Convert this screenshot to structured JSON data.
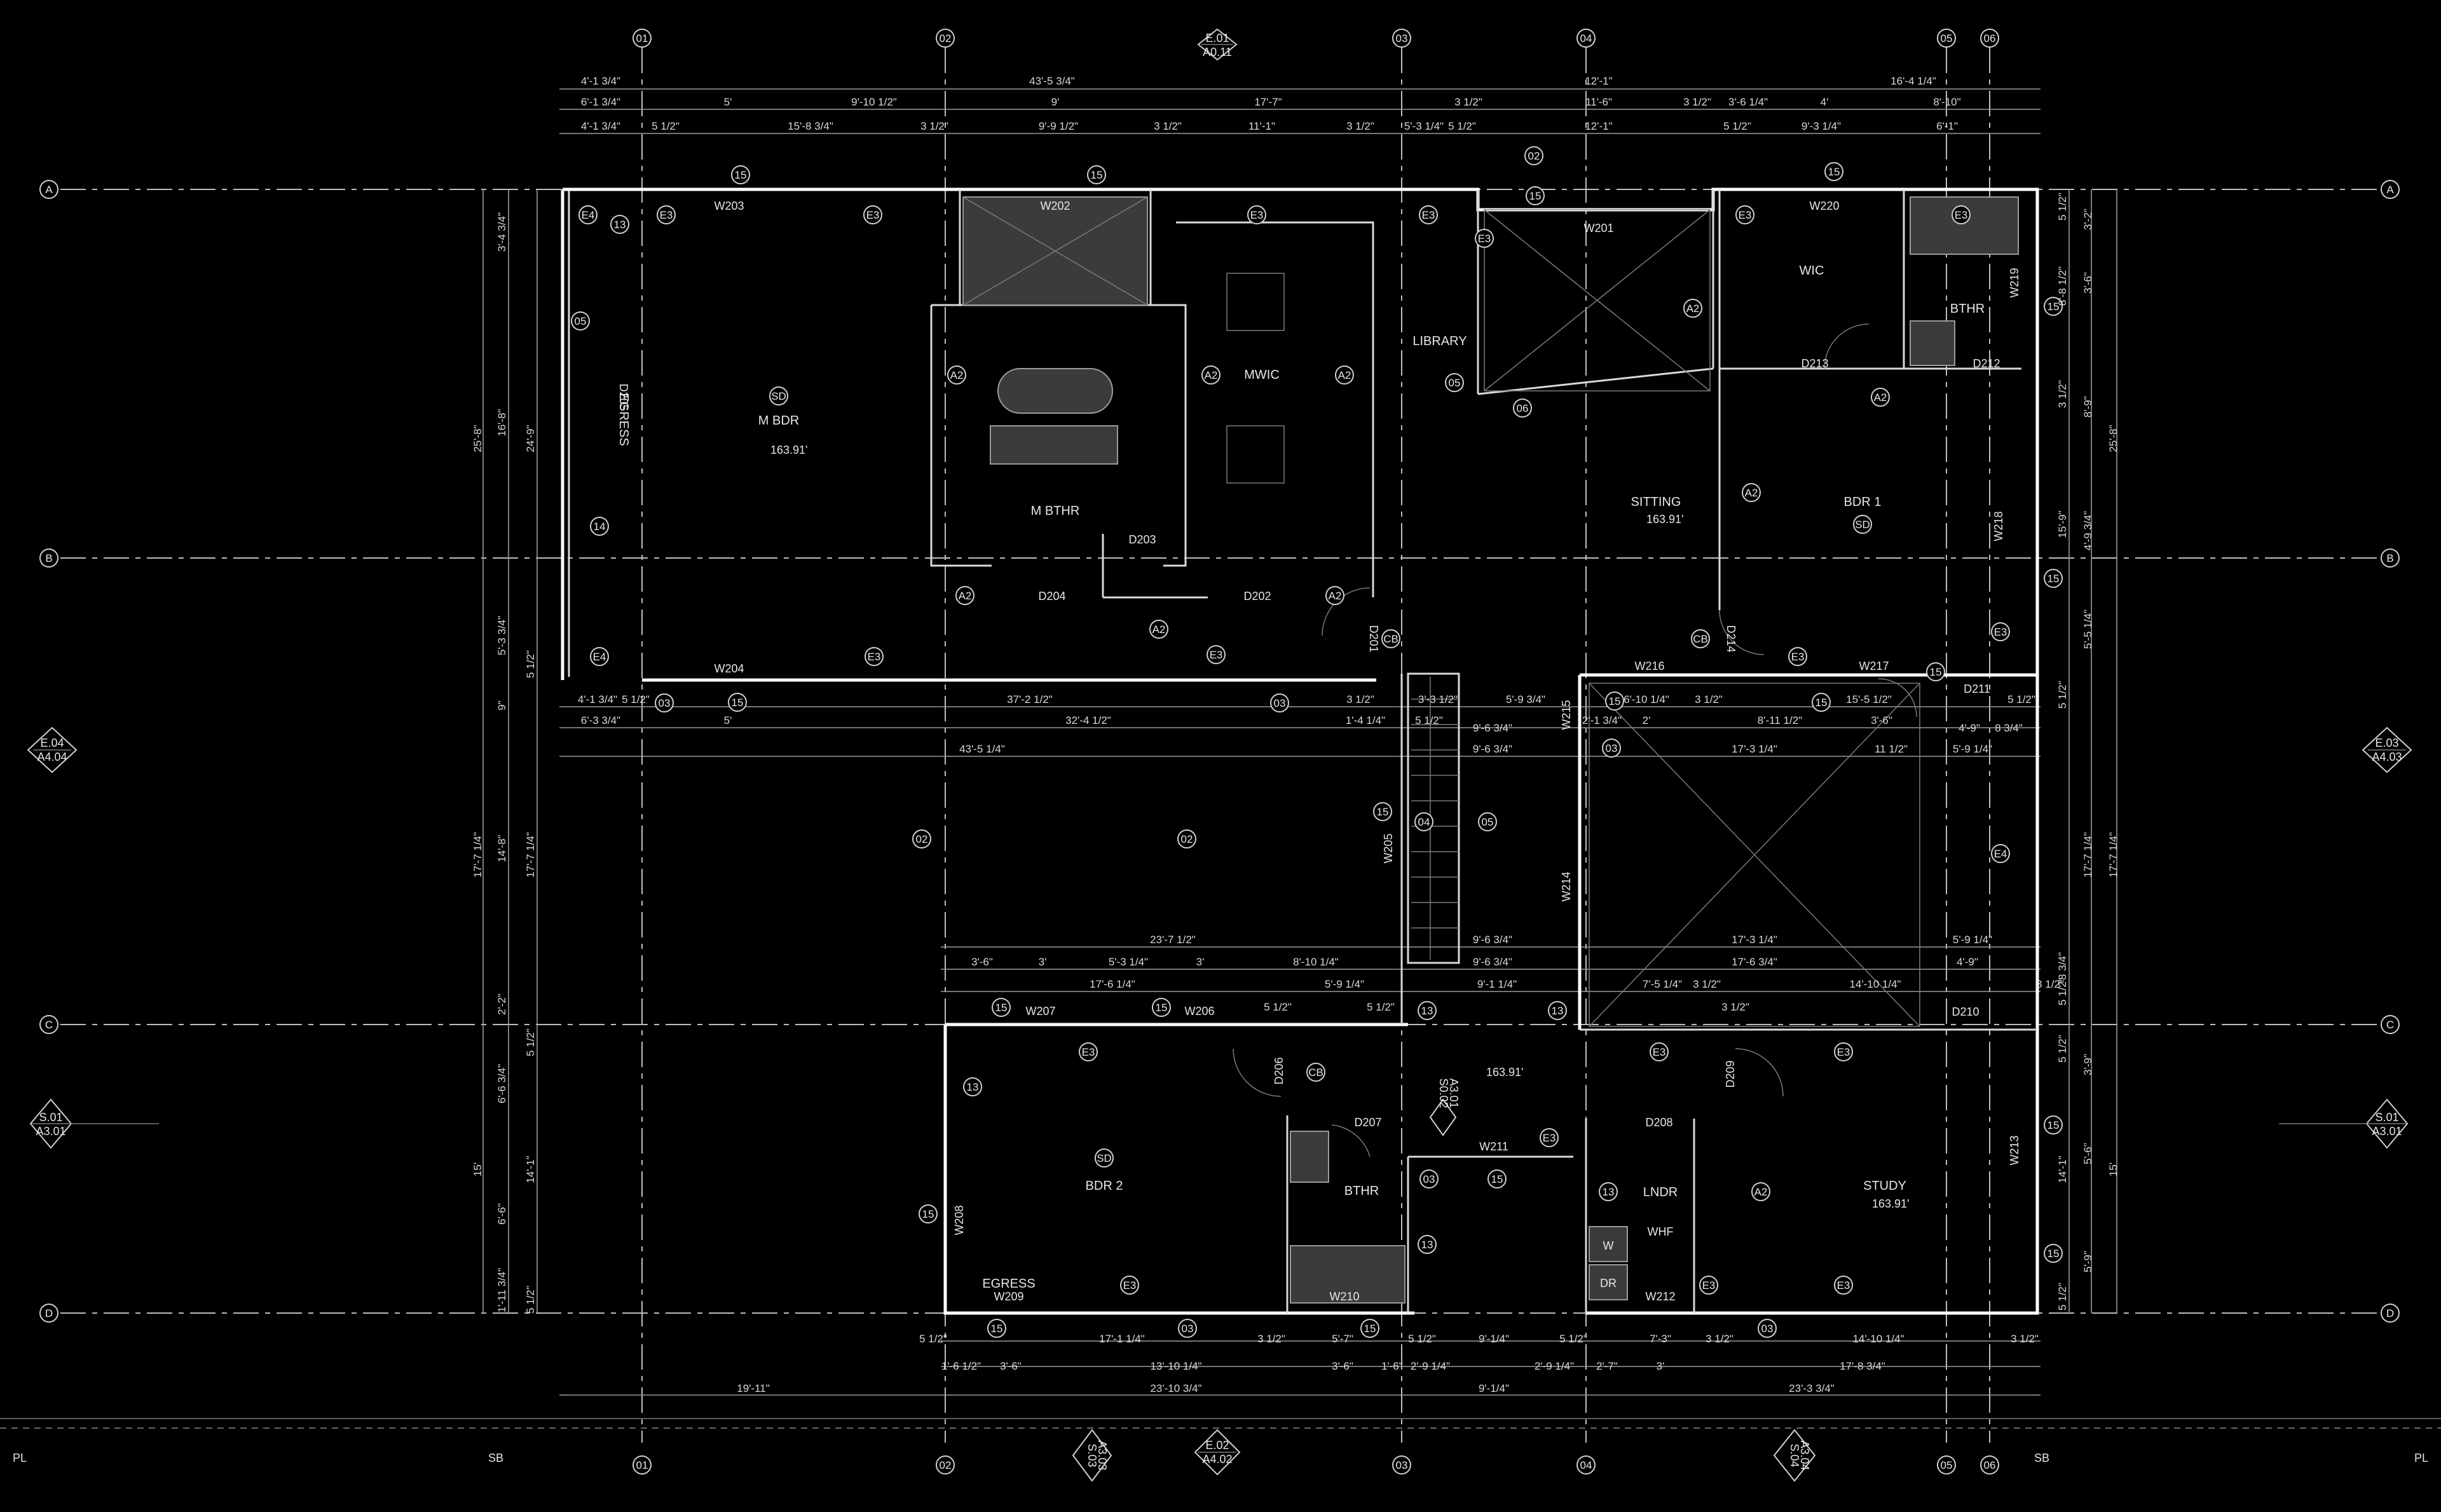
{
  "grid": {
    "columns": [
      {
        "id": "col-01",
        "label": "01"
      },
      {
        "id": "col-02",
        "label": "02"
      },
      {
        "id": "col-03",
        "label": "03"
      },
      {
        "id": "col-04",
        "label": "04"
      },
      {
        "id": "col-05",
        "label": "05"
      },
      {
        "id": "col-06",
        "label": "06"
      }
    ],
    "rows": [
      {
        "id": "row-a",
        "label": "A"
      },
      {
        "id": "row-b",
        "label": "B"
      },
      {
        "id": "row-c",
        "label": "C"
      },
      {
        "id": "row-d",
        "label": "D"
      }
    ]
  },
  "section_markers": {
    "top": {
      "top": "E.01",
      "bottom": "A0.11"
    },
    "left": {
      "top": "E.04",
      "bottom": "A4.04"
    },
    "right": {
      "top": "E.03",
      "bottom": "A4.03"
    },
    "left_section": {
      "top": "S.01",
      "bottom": "A3.01"
    },
    "right_section": {
      "top": "S.01",
      "bottom": "A3.01"
    },
    "bottom_elev": {
      "top": "E.02",
      "bottom": "A4.02"
    },
    "bottom_s03": {
      "top": "S.03",
      "bottom": "A3.03"
    },
    "bottom_s04": {
      "top": "S.04",
      "bottom": "A3.04"
    },
    "interior_s02": {
      "top": "S0.02",
      "bottom": "A3.01"
    }
  },
  "boundary": {
    "pl": "PL",
    "sb": "SB"
  },
  "rooms": {
    "m_bdr": "M BDR",
    "m_bthr": "M BTHR",
    "mwic": "MWIC",
    "library": "LIBRARY",
    "sitting": "SITTING",
    "bdr1": "BDR 1",
    "wic": "WIC",
    "bthr_ne": "BTHR",
    "bdr2": "BDR 2",
    "bthr_s": "BTHR",
    "lndr": "LNDR",
    "study": "STUDY",
    "egress_top": "EGRESS",
    "egress_bottom": "EGRESS",
    "whf": "WHF",
    "w_box": "W",
    "dr_box": "DR"
  },
  "elevations": {
    "m_bdr": "163.91'",
    "sitting": "163.91'",
    "study": "163.91'",
    "hall": "163.91'"
  },
  "doors": {
    "d201": "D201",
    "d202": "D202",
    "d203": "D203",
    "d204": "D204",
    "d205": "D205",
    "d206": "D206",
    "d207": "D207",
    "d208": "D208",
    "d209": "D209",
    "d210": "D210",
    "d211": "D211",
    "d212": "D212",
    "d213": "D213",
    "d214": "D214"
  },
  "windows": {
    "w201": "W201",
    "w202": "W202",
    "w203": "W203",
    "w204": "W204",
    "w205": "W205",
    "w206": "W206",
    "w207": "W207",
    "w208": "W208",
    "w209": "W209",
    "w210": "W210",
    "w211": "W211",
    "w212": "W212",
    "w213": "W213",
    "w214": "W214",
    "w215": "W215",
    "w216": "W216",
    "w217": "W217",
    "w218": "W218",
    "w219": "W219",
    "w220": "W220"
  },
  "tags": {
    "e3": "E3",
    "e4": "E4",
    "a2": "A2",
    "t15": "15",
    "t14": "14",
    "t13": "13",
    "t05": "05",
    "t06": "06",
    "t03": "03",
    "t02": "02",
    "t04": "04",
    "cb": "CB",
    "sd": "SD"
  },
  "dims": {
    "top1": [
      "4'-1 3/4\"",
      "43'-5 3/4\"",
      "12'-1\"",
      "16'-4 1/4\""
    ],
    "top2": [
      "6'-1 3/4\"",
      "5'",
      "9'-10 1/2\"",
      "9'",
      "17'-7\"",
      "3 1/2\"",
      "11'-6\"",
      "3 1/2\"",
      "3'-6 1/4\"",
      "4'",
      "8'-10\""
    ],
    "top3": [
      "4'-1 3/4\"",
      "5 1/2\"",
      "15'-8 3/4\"",
      "3 1/2\"",
      "9'-9 1/2\"",
      "3 1/2\"",
      "11'-1\"",
      "3 1/2\"",
      "5'-3 1/4\"",
      "5 1/2\"",
      "12'-1\"",
      "5 1/2\"",
      "9'-3 1/4\"",
      "6'-1\""
    ],
    "left": [
      "3'-4 3/4\"",
      "16'-8\"",
      "24'-9\"",
      "25'-8\"",
      "5'-3 3/4\"",
      "5 1/2\"",
      "9\"",
      "14'-8\"",
      "17'-7 1/4\"",
      "17'-7 1/4\"",
      "2'-2\"",
      "5 1/2\"",
      "6'-6 3/4\"",
      "15'",
      "14'-1\"",
      "6'-6\"",
      "1'-11 3/4\"",
      "5 1/2\""
    ],
    "right": [
      "5 1/2\"",
      "3'-2\"",
      "3'-6\"",
      "8'-8 1/2\"",
      "3 1/2\"",
      "8'-9\"",
      "25'-8\"",
      "15'-9\"",
      "4'-9 3/4\"",
      "5'-5 1/4\"",
      "5 1/2\"",
      "17'-7 1/4\"",
      "17'-7 1/4\"",
      "8 3/4\"",
      "5 1/2\"",
      "5 1/2\"",
      "3'-9\"",
      "5'-6\"",
      "14'-1\"",
      "15'",
      "5'-9\"",
      "5 1/2\""
    ],
    "mid1": [
      "4'-1 3/4\"",
      "5 1/2\"",
      "37'-2 1/2\"",
      "3 1/2\"",
      "3'-3 1/2\"",
      "5'-9 3/4\"",
      "6'-10 1/4\"",
      "3 1/2\"",
      "15'-5 1/2\"",
      "5 1/2\""
    ],
    "mid2": [
      "6'-3 3/4\"",
      "5'",
      "32'-4 1/2\"",
      "1'-4 1/4\"",
      "5 1/2\"",
      "9'-6 3/4\"",
      "2'-1 3/4\"",
      "2'",
      "8'-11 1/2\"",
      "3'-6\"",
      "4'-9\"",
      "8 3/4\""
    ],
    "mid3": [
      "43'-5 1/4\"",
      "9'-6 3/4\"",
      "17'-3 1/4\"",
      "11 1/2\"",
      "5'-9 1/4\""
    ],
    "low1": [
      "23'-7 1/2\"",
      "9'-6 3/4\"",
      "17'-3 1/4\"",
      "5'-9 1/4\""
    ],
    "low2": [
      "3'-6\"",
      "3'",
      "5'-3 1/4\"",
      "3'",
      "8'-10 1/4\"",
      "9'-6 3/4\"",
      "17'-6 3/4\"",
      "4'-9\""
    ],
    "low3": [
      "17'-6 1/4\"",
      "5'-9 1/4\"",
      "9'-1 1/4\"",
      "7'-5 1/4\"",
      "3 1/2\"",
      "14'-10 1/4\"",
      "3 1/2\"",
      "5 1/2\"",
      "5 1/2\"",
      "3 1/2\""
    ],
    "bot1": [
      "5 1/2\"",
      "17'-1 1/4\"",
      "3 1/2\"",
      "5'-7\"",
      "5 1/2\"",
      "9'-1/4\"",
      "5 1/2\"",
      "7'-3\"",
      "3 1/2\"",
      "14'-10 1/4\"",
      "3 1/2\""
    ],
    "bot2": [
      "1'-6 1/2\"",
      "3'-6\"",
      "13'-10 1/4\"",
      "3'-6\"",
      "1'-6\"",
      "2'-9 1/4\"",
      "2'-9 1/4\"",
      "2'-7\"",
      "3'",
      "17'-8 3/4\""
    ],
    "bot3": [
      "19'-11\"",
      "23'-10 3/4\"",
      "9'-1/4\"",
      "23'-3 3/4\""
    ]
  }
}
